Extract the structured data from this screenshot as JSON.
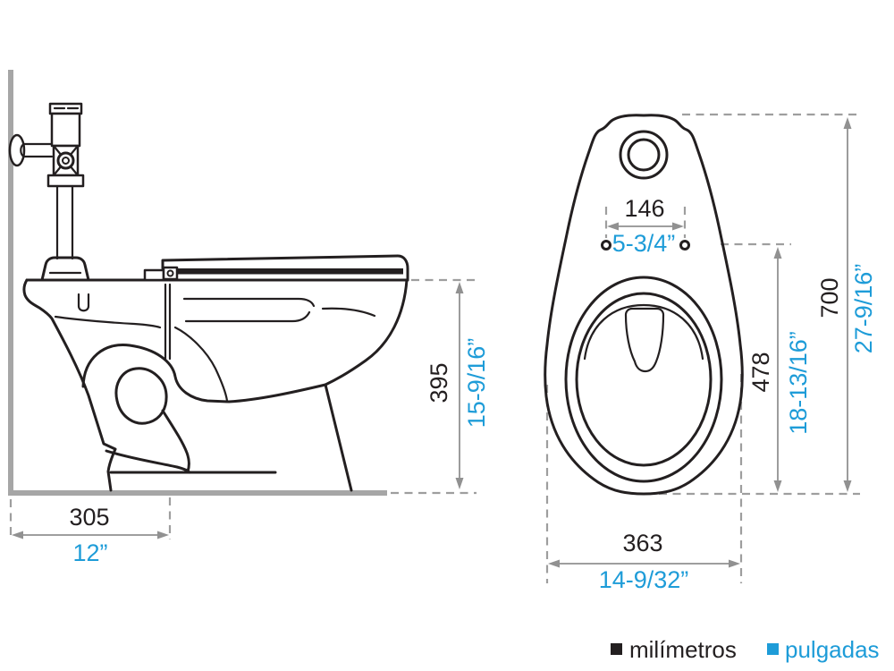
{
  "legend": {
    "millimeters": "milímetros",
    "inches": "pulgadas"
  },
  "colors": {
    "millimeters": "#231f20",
    "inches": "#1e9cd8"
  },
  "dimensions": {
    "rough_in": {
      "mm": "305",
      "inches": "12”"
    },
    "rim_height": {
      "mm": "395",
      "inches": "15-9/16”"
    },
    "bolt_hole_spacing": {
      "mm": "146",
      "inches": "5-3/4”"
    },
    "bowl_length": {
      "mm": "478",
      "inches": "18-13/16”"
    },
    "overall_length": {
      "mm": "700",
      "inches": "27-9/16”"
    },
    "bowl_width": {
      "mm": "363",
      "inches": "14-9/32”"
    }
  }
}
